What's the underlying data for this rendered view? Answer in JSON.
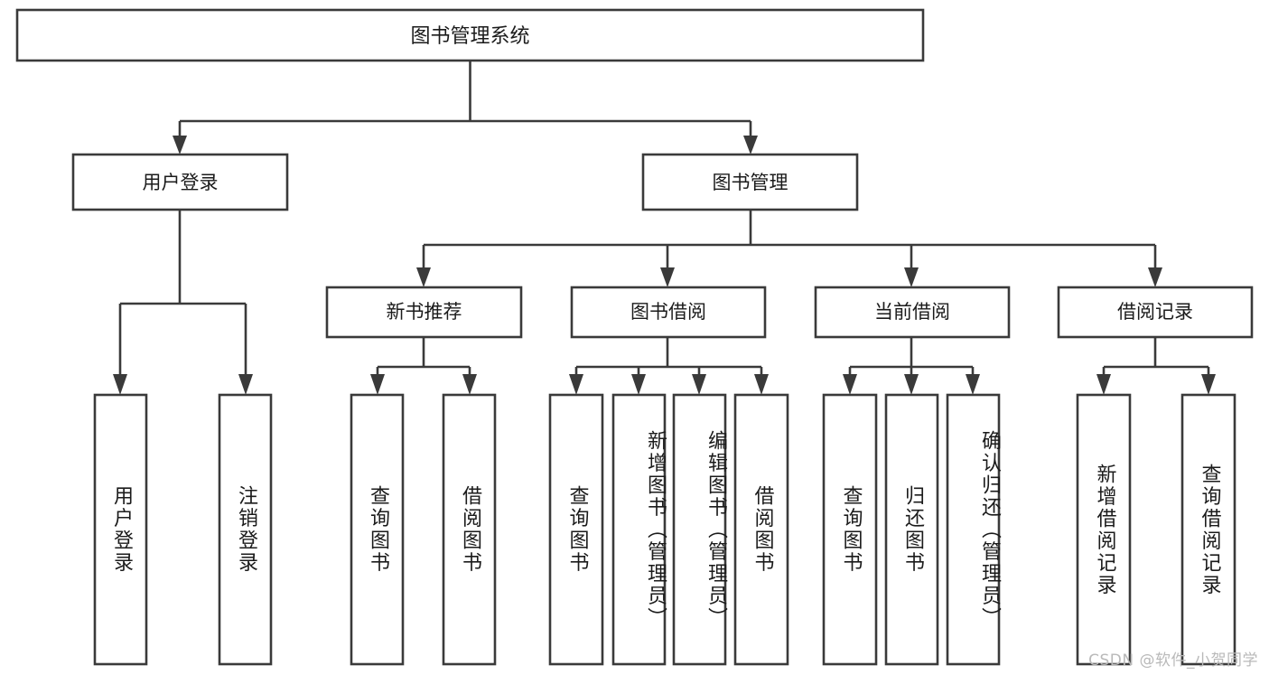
{
  "diagram": {
    "title": "图书管理系统",
    "type": "tree-hierarchy",
    "watermark": "CSDN @软件_小贺同学",
    "root": {
      "label": "图书管理系统",
      "id": "root"
    },
    "level2": [
      {
        "id": "user-login",
        "label": "用户登录"
      },
      {
        "id": "book-management",
        "label": "图书管理"
      }
    ],
    "level3": [
      {
        "id": "new-book-recommend",
        "label": "新书推荐",
        "parent": "book-management"
      },
      {
        "id": "book-borrow",
        "label": "图书借阅",
        "parent": "book-management"
      },
      {
        "id": "current-borrow",
        "label": "当前借阅",
        "parent": "book-management"
      },
      {
        "id": "borrow-record",
        "label": "借阅记录",
        "parent": "book-management"
      }
    ],
    "leaves": [
      {
        "id": "leaf-user-login",
        "label": "用户登录",
        "parent": "user-login"
      },
      {
        "id": "leaf-user-logout",
        "label": "注销登录",
        "parent": "user-login"
      },
      {
        "id": "leaf-query-book-1",
        "label": "查询图书",
        "parent": "new-book-recommend"
      },
      {
        "id": "leaf-borrow-book-1",
        "label": "借阅图书",
        "parent": "new-book-recommend"
      },
      {
        "id": "leaf-query-book-2",
        "label": "查询图书",
        "parent": "book-borrow"
      },
      {
        "id": "leaf-add-book",
        "label": "新增图书（管理员）",
        "parent": "book-borrow"
      },
      {
        "id": "leaf-edit-book",
        "label": "编辑图书（管理员）",
        "parent": "book-borrow"
      },
      {
        "id": "leaf-borrow-book-2",
        "label": "借阅图书",
        "parent": "book-borrow"
      },
      {
        "id": "leaf-query-book-3",
        "label": "查询图书",
        "parent": "current-borrow"
      },
      {
        "id": "leaf-return-book",
        "label": "归还图书",
        "parent": "current-borrow"
      },
      {
        "id": "leaf-confirm-return",
        "label": "确认归还（管理员）",
        "parent": "current-borrow"
      },
      {
        "id": "leaf-add-record",
        "label": "新增借阅记录",
        "parent": "borrow-record"
      },
      {
        "id": "leaf-query-record",
        "label": "查询借阅记录",
        "parent": "borrow-record"
      }
    ],
    "colors": {
      "stroke": "#3a3a3a",
      "fill": "#ffffff",
      "text": "#1b1b1b",
      "watermark": "#b9b9b9"
    }
  }
}
